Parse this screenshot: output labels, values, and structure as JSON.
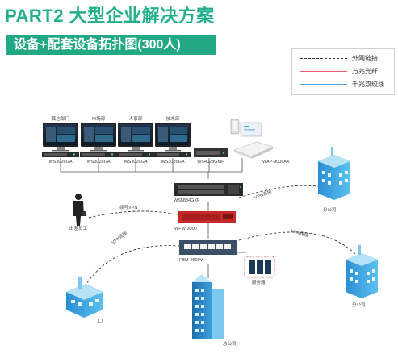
{
  "header": {
    "title": "PART2 大型企业解决方案",
    "subtitle": "设备+配套设备拓扑图(300人)"
  },
  "legend": [
    {
      "label": "外网链接",
      "style": "dashed",
      "color": "#333333"
    },
    {
      "label": "万兆光纤",
      "style": "solid",
      "color": "#f25c6a"
    },
    {
      "label": "千兆双绞线",
      "style": "solid",
      "color": "#4aa8e0"
    }
  ],
  "departments": [
    "其它部门",
    "市场部",
    "人事部",
    "技术部"
  ],
  "access_switches": [
    "WS3026GA",
    "WS3026GA",
    "WS3026GA",
    "WS3026GA",
    "WS4028GMP"
  ],
  "ap_label": "WAP-9006AX",
  "core_switch": "WS5834GXF",
  "firewall": "WFW-3000",
  "gateway": "FBM-2500V",
  "remote": {
    "traveler": "出差员工",
    "traveler_link": "拨号VPN",
    "factory": "工厂",
    "factory_link": "VPN连接",
    "branch_top": "分公司",
    "branch_top_link": "VPN连接",
    "branch_right": "分公司",
    "branch_right_link": "VPN连接",
    "hq": "总公司",
    "servers": "服务器"
  },
  "colors": {
    "accent": "#22a884",
    "fiber": "#f25c6a",
    "copper": "#4aa8e0"
  }
}
